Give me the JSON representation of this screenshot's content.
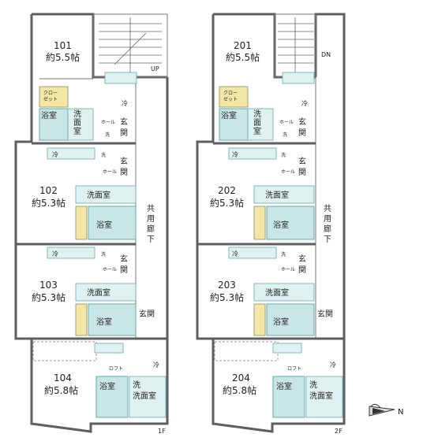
{
  "floor1": {
    "unit101": {
      "no": "101",
      "size": "約5.5帖"
    },
    "unit102": {
      "no": "102",
      "size": "約5.3帖"
    },
    "unit103": {
      "no": "103",
      "size": "約5.3帖"
    },
    "unit104": {
      "no": "104",
      "size": "約5.8帖"
    },
    "up": "UP",
    "floor_label": "1F"
  },
  "floor2": {
    "unit201": {
      "no": "201",
      "size": "約5.5帖"
    },
    "unit202": {
      "no": "202",
      "size": "約5.3帖"
    },
    "unit203": {
      "no": "203",
      "size": "約5.3帖"
    },
    "unit204": {
      "no": "204",
      "size": "約5.8帖"
    },
    "down": "DN",
    "floor_label": "2F"
  },
  "labels": {
    "closet_l1": "クロー",
    "closet_l2": "ゼット",
    "closet_v": "クローゼット",
    "bath": "浴室",
    "washroom": "洗面室",
    "washroom_v1": "洗",
    "washroom_v2": "面",
    "washroom_v3": "室",
    "entrance_1": "玄",
    "entrance_2": "関",
    "entrance_h": "玄関",
    "hall": "ホール",
    "fridge": "冷",
    "washer": "洗",
    "loft": "ロフト",
    "corridor_1": "共",
    "corridor_2": "用",
    "corridor_3": "廊",
    "corridor_4": "下"
  },
  "compass": {
    "north": "N"
  }
}
